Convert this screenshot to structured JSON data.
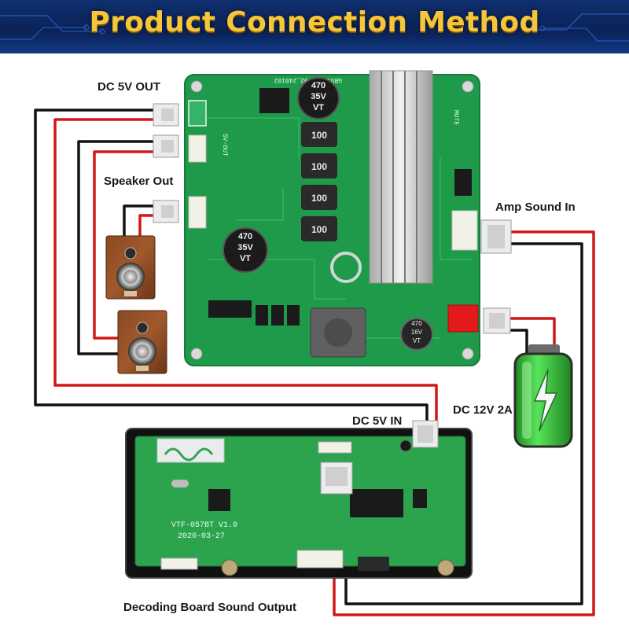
{
  "title": "Product Connection Method",
  "labels": {
    "dc5v_out": "DC 5V OUT",
    "speaker_out": "Speaker Out",
    "amp_sound_in": "Amp Sound In",
    "dc12v": "DC 12V 2A",
    "dc5v_in": "DC 5V IN",
    "decoding_output": "Decoding Board Sound Output"
  },
  "components": {
    "cap_top": [
      "470",
      "35V",
      "VT"
    ],
    "cap_mid": [
      "470",
      "35V",
      "VT"
    ],
    "cap_small": [
      "470",
      "16V",
      "VT"
    ],
    "inductor_label": "100",
    "decoder_model": "VTF-057BT V1.0",
    "decoder_date": "2020-03-27",
    "pcb_top_text": "GB5104A_V92_240102",
    "mute_text": "MUTE",
    "out5v_text": "5V-OUT"
  },
  "colors": {
    "banner": "#0a2257",
    "title": "#f6c63a",
    "pcb": "#1f9a4a",
    "wire_red": "#d01818",
    "wire_black": "#111111",
    "battery": "#35c63a"
  }
}
